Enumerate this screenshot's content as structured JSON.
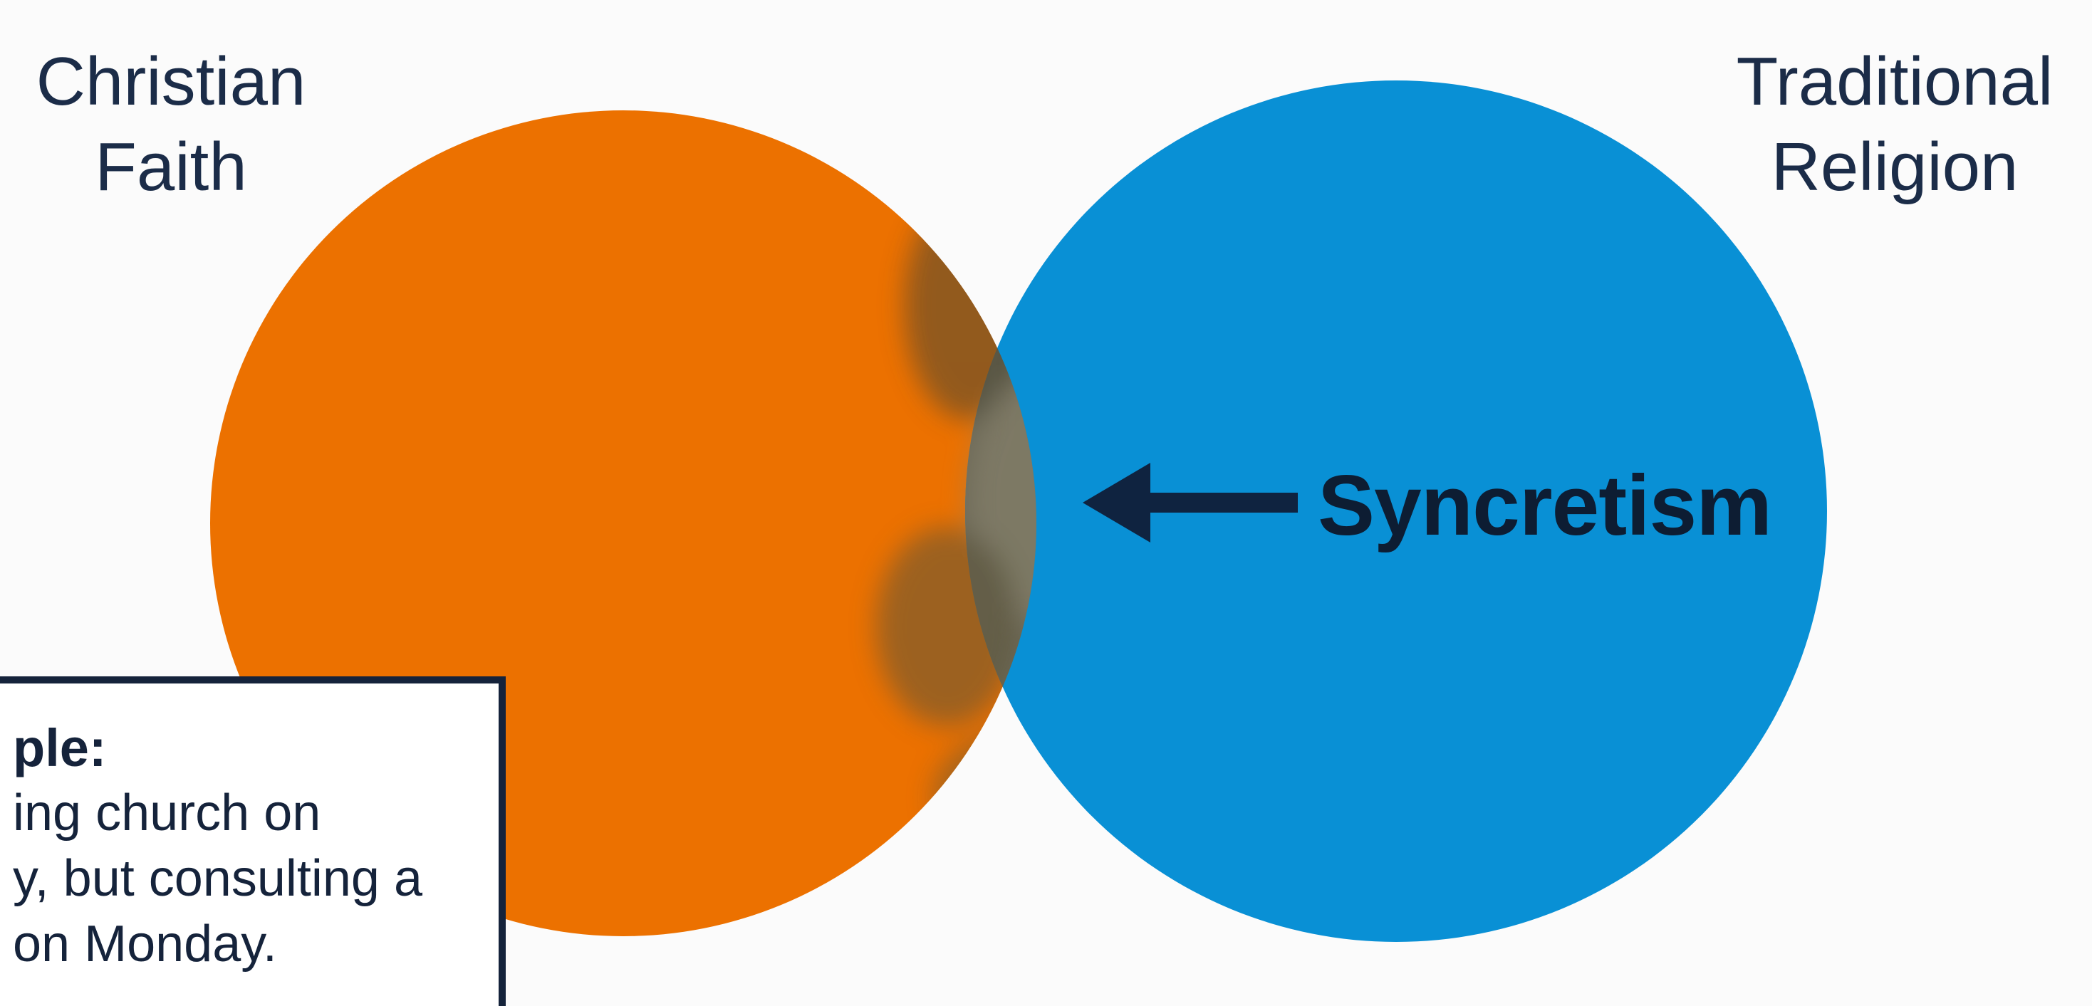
{
  "diagram": {
    "type": "venn",
    "left_circle": {
      "label_line1": "Christian",
      "label_line2": "Faith",
      "color": "#ec7100"
    },
    "right_circle": {
      "label_line1": "Traditional",
      "label_line2": "Religion",
      "color": "#0990d5"
    },
    "overlap": {
      "label": "Syncretism",
      "color": "#6e6a58",
      "arrow_color": "#0f2340"
    }
  },
  "example": {
    "heading": "ple:",
    "lines": [
      "ing church on",
      "y, but consulting a",
      " on Monday."
    ]
  }
}
